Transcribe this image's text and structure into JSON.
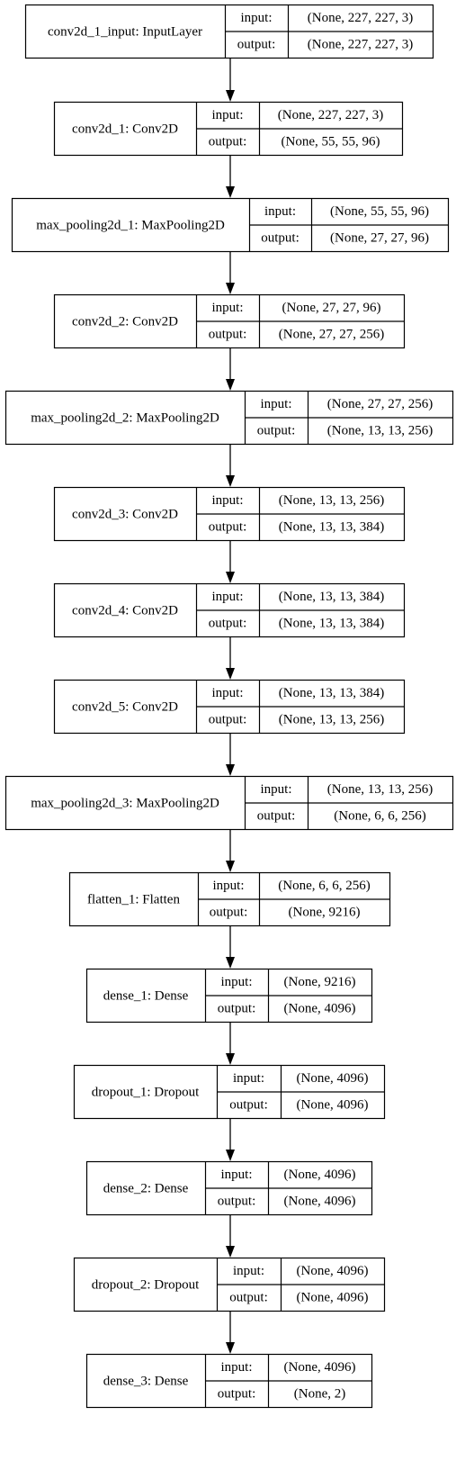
{
  "layers": [
    {
      "name": "conv2d_1_input: InputLayer",
      "input_label": "input:",
      "output_label": "output:",
      "input": "(None, 227, 227, 3)",
      "output": "(None, 227, 227, 3)"
    },
    {
      "name": "conv2d_1: Conv2D",
      "input_label": "input:",
      "output_label": "output:",
      "input": "(None, 227, 227, 3)",
      "output": "(None, 55, 55, 96)"
    },
    {
      "name": "max_pooling2d_1: MaxPooling2D",
      "input_label": "input:",
      "output_label": "output:",
      "input": "(None, 55, 55, 96)",
      "output": "(None, 27, 27, 96)"
    },
    {
      "name": "conv2d_2: Conv2D",
      "input_label": "input:",
      "output_label": "output:",
      "input": "(None, 27, 27, 96)",
      "output": "(None, 27, 27, 256)"
    },
    {
      "name": "max_pooling2d_2: MaxPooling2D",
      "input_label": "input:",
      "output_label": "output:",
      "input": "(None, 27, 27, 256)",
      "output": "(None, 13, 13, 256)"
    },
    {
      "name": "conv2d_3: Conv2D",
      "input_label": "input:",
      "output_label": "output:",
      "input": "(None, 13, 13, 256)",
      "output": "(None, 13, 13, 384)"
    },
    {
      "name": "conv2d_4: Conv2D",
      "input_label": "input:",
      "output_label": "output:",
      "input": "(None, 13, 13, 384)",
      "output": "(None, 13, 13, 384)"
    },
    {
      "name": "conv2d_5: Conv2D",
      "input_label": "input:",
      "output_label": "output:",
      "input": "(None, 13, 13, 384)",
      "output": "(None, 13, 13, 256)"
    },
    {
      "name": "max_pooling2d_3: MaxPooling2D",
      "input_label": "input:",
      "output_label": "output:",
      "input": "(None, 13, 13, 256)",
      "output": "(None, 6, 6, 256)"
    },
    {
      "name": "flatten_1: Flatten",
      "input_label": "input:",
      "output_label": "output:",
      "input": "(None, 6, 6, 256)",
      "output": "(None, 9216)"
    },
    {
      "name": "dense_1: Dense",
      "input_label": "input:",
      "output_label": "output:",
      "input": "(None, 9216)",
      "output": "(None, 4096)"
    },
    {
      "name": "dropout_1: Dropout",
      "input_label": "input:",
      "output_label": "output:",
      "input": "(None, 4096)",
      "output": "(None, 4096)"
    },
    {
      "name": "dense_2: Dense",
      "input_label": "input:",
      "output_label": "output:",
      "input": "(None, 4096)",
      "output": "(None, 4096)"
    },
    {
      "name": "dropout_2: Dropout",
      "input_label": "input:",
      "output_label": "output:",
      "input": "(None, 4096)",
      "output": "(None, 4096)"
    },
    {
      "name": "dense_3: Dense",
      "input_label": "input:",
      "output_label": "output:",
      "input": "(None, 4096)",
      "output": "(None, 2)"
    }
  ]
}
